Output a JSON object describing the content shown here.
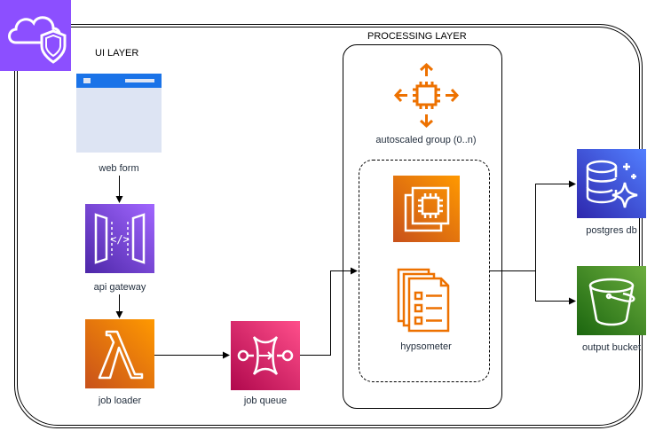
{
  "diagram": {
    "cloud_group": {
      "icon": "aws-cloud-shield-icon",
      "border_color": "#000000",
      "icon_bg": "#8c4fff"
    },
    "ui_layer": {
      "title": "UI LAYER",
      "web_form": {
        "label": "web form",
        "icon": "web-form-icon",
        "bar_color": "#1a73e8",
        "body_color": "#dde4f3"
      },
      "api_gateway": {
        "label": "api gateway",
        "icon": "api-gateway-icon",
        "color": "#8c4fff"
      },
      "job_loader": {
        "label": "job loader",
        "icon": "lambda-icon",
        "color": "#ed7100"
      }
    },
    "job_queue": {
      "label": "job queue",
      "icon": "sqs-queue-icon",
      "color": "#e7157b"
    },
    "processing_layer": {
      "title": "PROCESSING LAYER",
      "autoscaling": {
        "label": "autoscaled group (0..n)",
        "icon": "autoscaling-icon",
        "color": "#ed7100"
      },
      "ec2": {
        "label": "",
        "icon": "ec2-instances-icon",
        "color": "#ed7100"
      },
      "hypsometer": {
        "label": "hypsometer",
        "icon": "batch-jobs-icon",
        "color": "#ed7100"
      }
    },
    "postgres": {
      "label": "postgres db",
      "icon": "aurora-database-icon",
      "color": "#3b48cc"
    },
    "output_bucket": {
      "label": "output bucket",
      "icon": "s3-bucket-icon",
      "color": "#3f8624"
    }
  }
}
